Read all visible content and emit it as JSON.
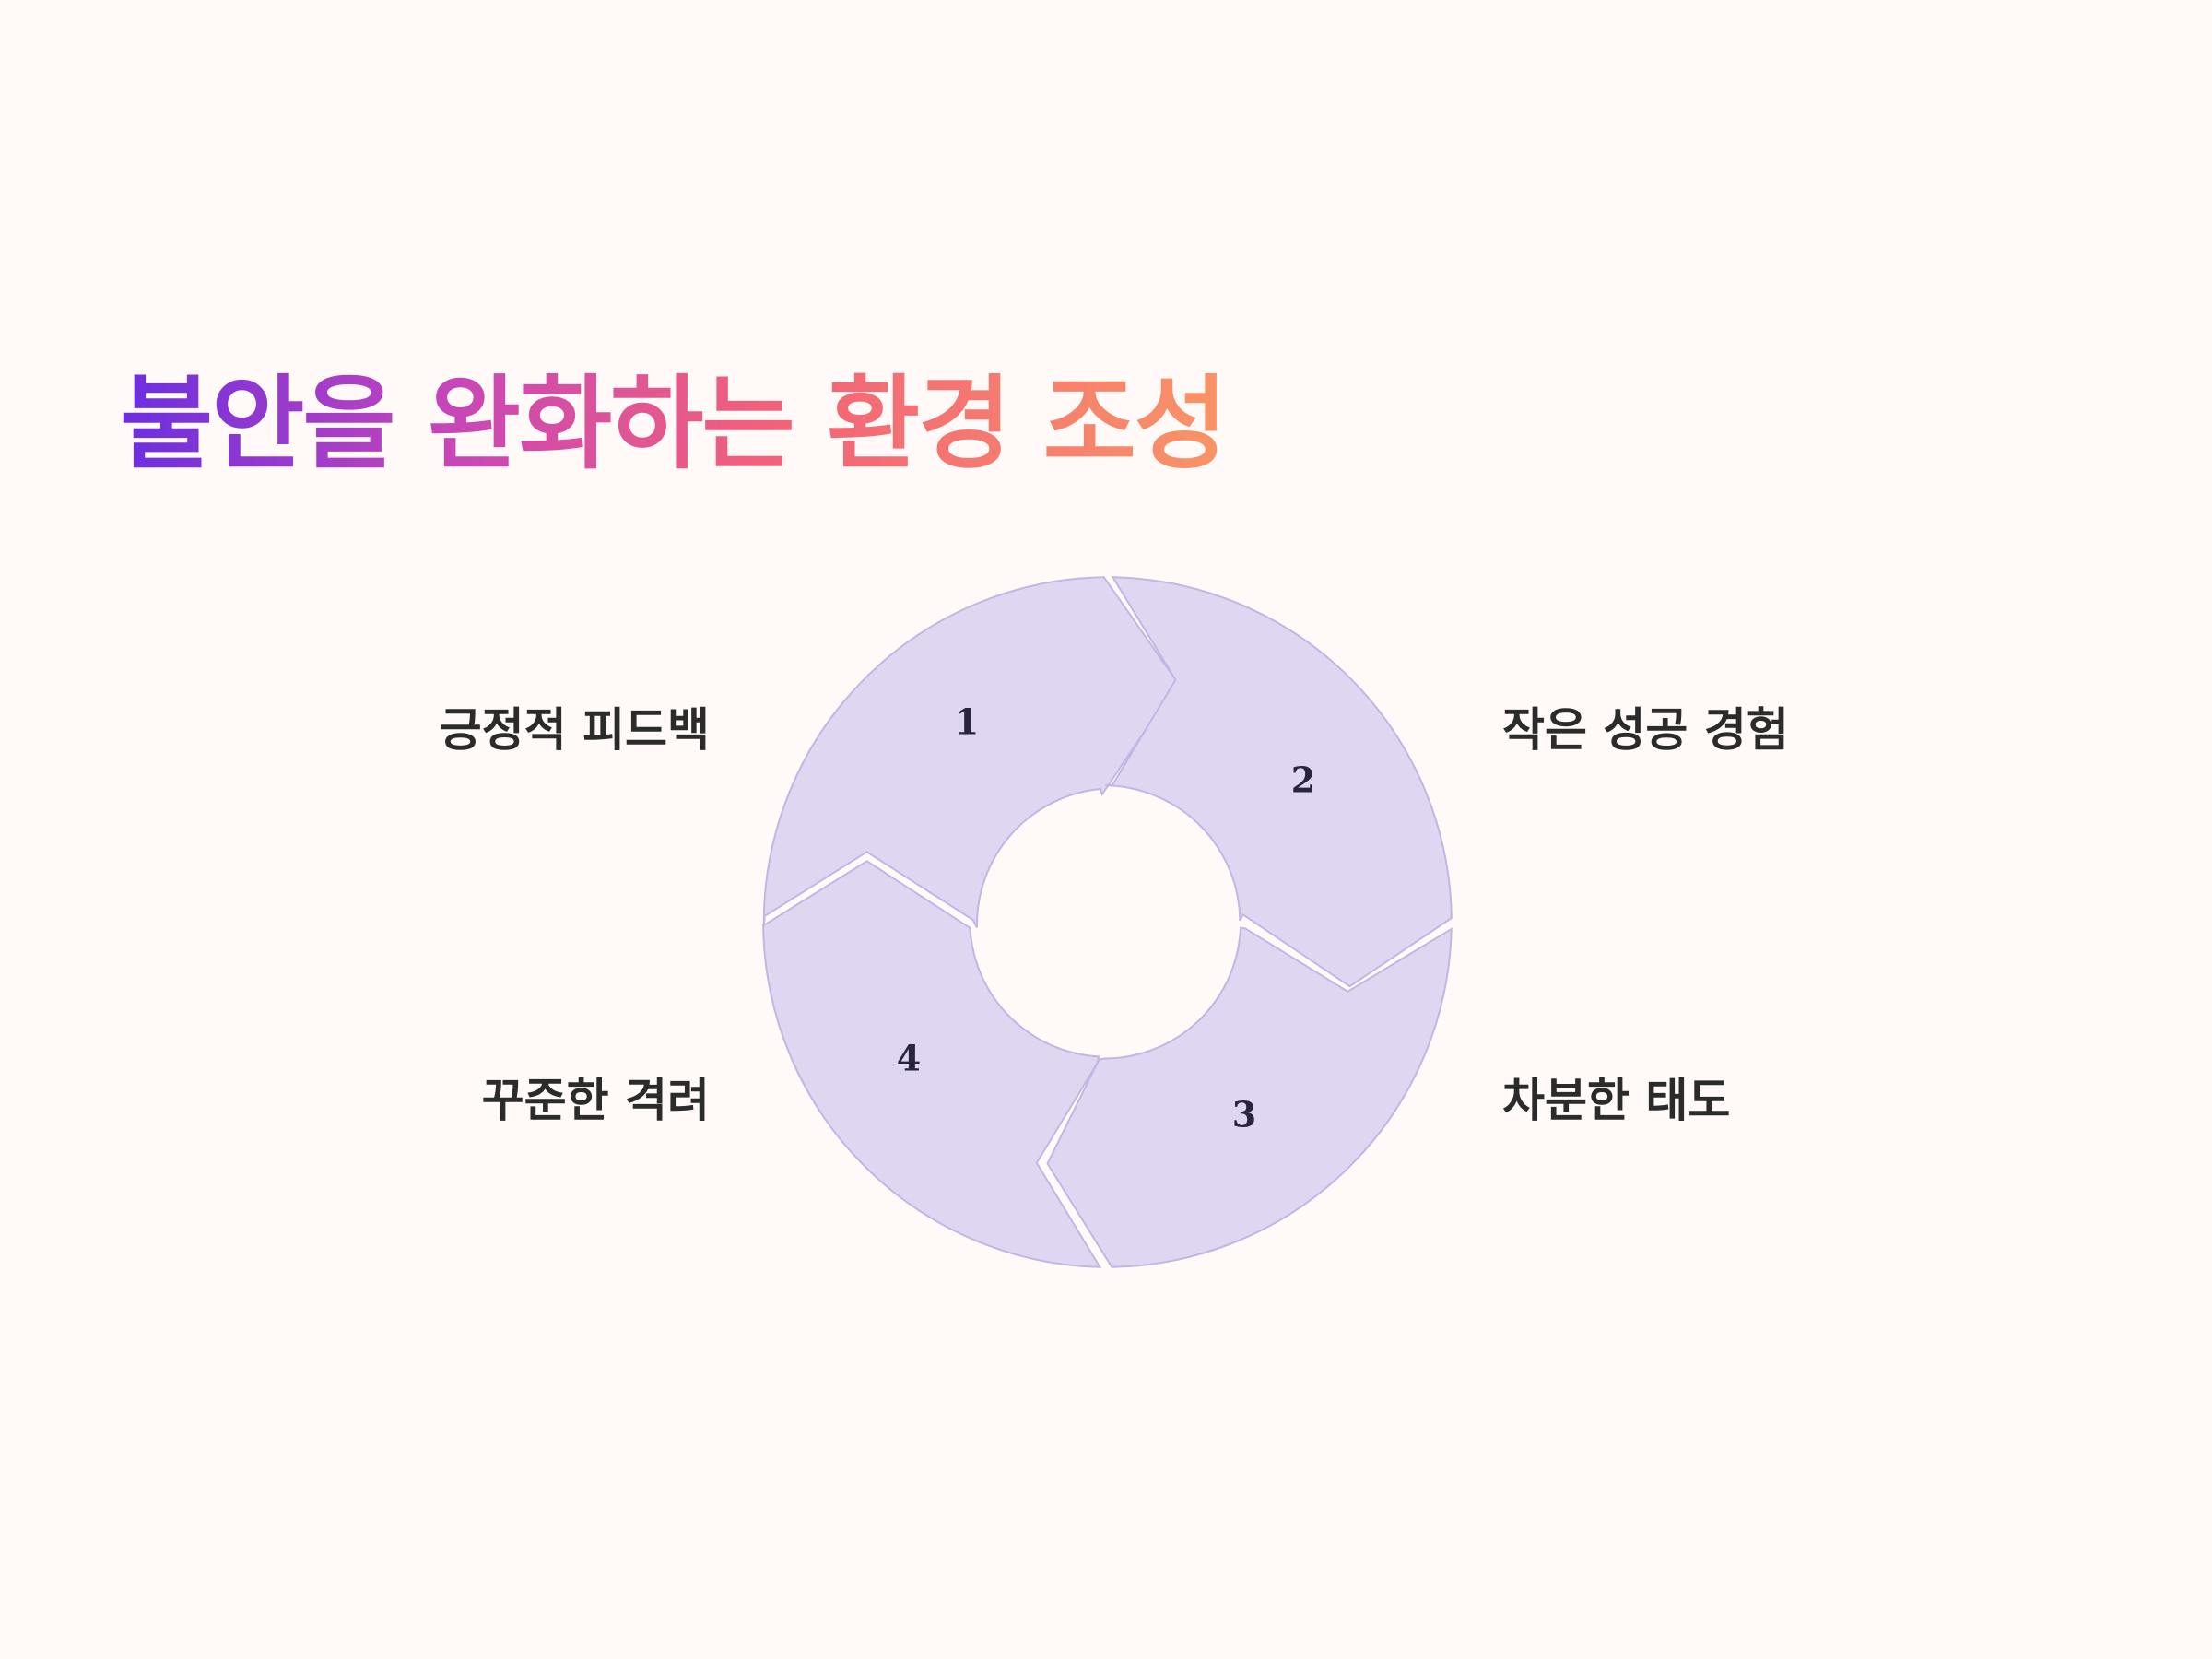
{
  "title": "불안을 완화하는 환경 조성",
  "colors": {
    "background": "#fffaf7",
    "segment_fill": "#dfd6f2",
    "segment_stroke": "#c3b6e3",
    "title_gradient": [
      "#6a2ee0",
      "#c746b8",
      "#f2607a",
      "#f89466"
    ]
  },
  "cycle": {
    "steps": [
      {
        "number": "1",
        "label": "긍정적 피드백"
      },
      {
        "number": "2",
        "label": "작은 성공 경험"
      },
      {
        "number": "3",
        "label": "차분한 태도"
      },
      {
        "number": "4",
        "label": "꾸준한 격려"
      }
    ]
  }
}
